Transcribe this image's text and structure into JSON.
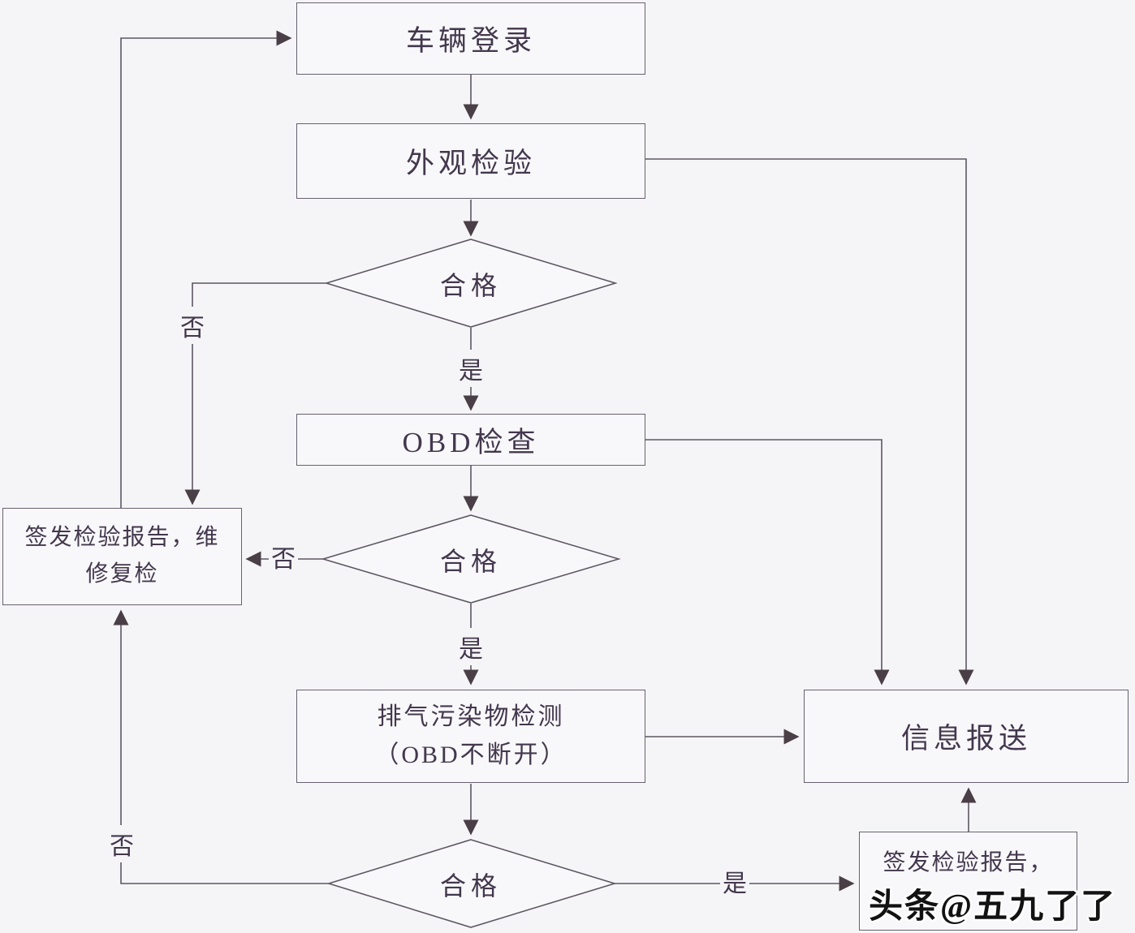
{
  "diagram": {
    "nodes": {
      "vehicle_login": {
        "label": "车辆登录"
      },
      "appearance_inspection": {
        "label": "外观检验"
      },
      "decision1": {
        "label": "合格"
      },
      "obd_check": {
        "label": "OBD检查"
      },
      "decision2": {
        "label": "合格"
      },
      "issue_report_repair": {
        "line1": "签发检验报告，维",
        "line2": "修复检"
      },
      "exhaust_detection": {
        "line1": "排气污染物检测",
        "line2": "（OBD不断开）"
      },
      "info_report": {
        "label": "信息报送"
      },
      "decision3": {
        "label": "合格"
      },
      "issue_report_final": {
        "line1": "签发检验报告，"
      }
    },
    "edge_labels": {
      "d1_no": "否",
      "d1_yes": "是",
      "d2_no": "否",
      "d2_yes": "是",
      "d3_no": "否",
      "d3_yes": "是"
    },
    "colors": {
      "background": "#f5f5f7",
      "box_fill": "#f8f8fa",
      "border": "#676170",
      "line": "#5d5762",
      "arrow": "#4a3f46",
      "text": "#43374d"
    }
  },
  "watermark": {
    "text": "头条@五九了了"
  }
}
